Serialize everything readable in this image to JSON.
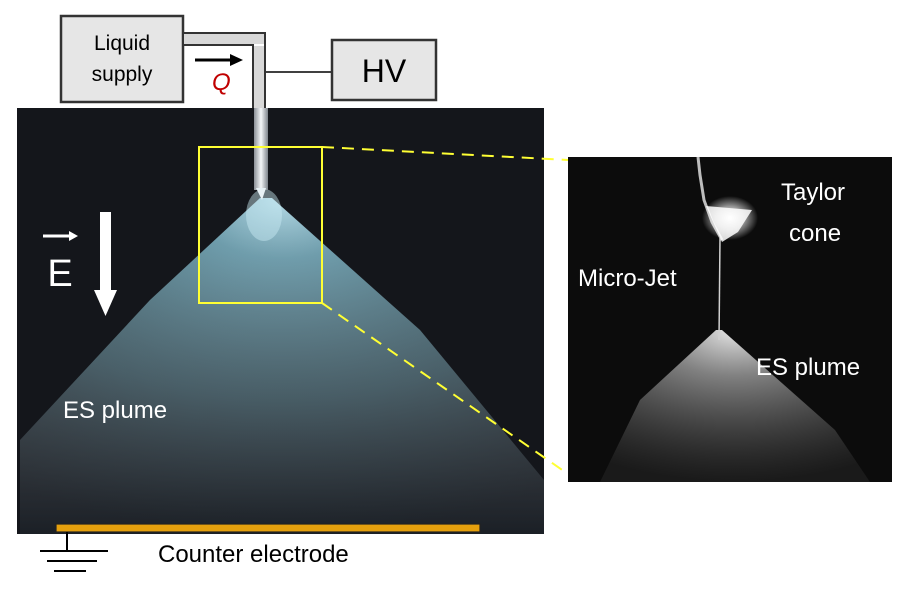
{
  "boxes": {
    "supply_line1": "Liquid",
    "supply_line2": "supply",
    "flow_symbol": "Q",
    "hv": "HV"
  },
  "main_photo": {
    "field_symbol": "E",
    "plume_label": "ES plume",
    "electrode_label": "Counter electrode"
  },
  "inset": {
    "taylor_line1": "Taylor",
    "taylor_line2": "cone",
    "microjet_label": "Micro-Jet",
    "plume_label": "ES plume"
  },
  "colors": {
    "box_fill": "#e6e6e6",
    "box_stroke": "#333333",
    "flow_symbol": "#c00000",
    "highlight": "#ffff33",
    "electrode": "#e5a00d",
    "photo_bg": "#14161b",
    "plume": "#5f97a8"
  }
}
